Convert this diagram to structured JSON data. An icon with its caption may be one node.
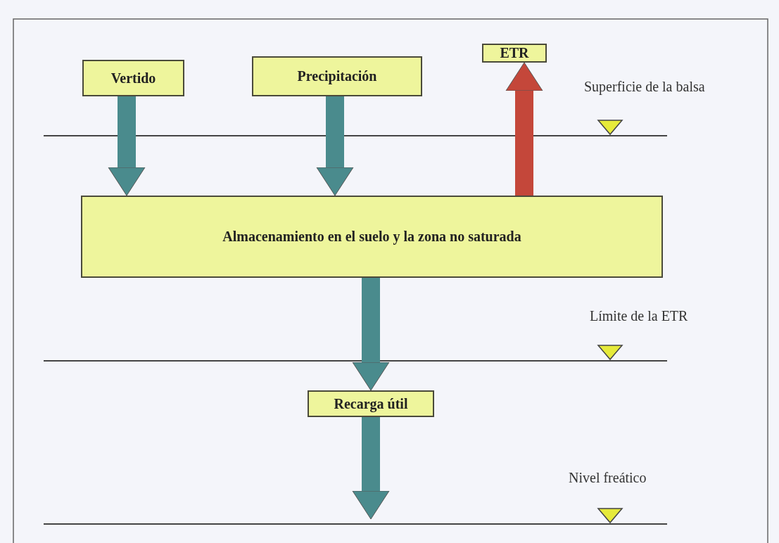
{
  "diagram": {
    "nodes": [
      {
        "text": [
          "Vertido"
        ]
      },
      {
        "text": [
          "Precipitación"
        ]
      },
      {
        "text": [
          "ETR"
        ]
      },
      {
        "text": [
          "Almacenamiento en el suelo y la zona no saturada"
        ]
      },
      {
        "text": [
          "Recarga útil"
        ]
      }
    ],
    "edges": [
      {
        "from": 0,
        "to": 3,
        "arrow": "to"
      },
      {
        "from": 1,
        "to": 3,
        "arrow": "to"
      },
      {
        "from": 3,
        "to": 2,
        "arrow": "to",
        "color": "#c4473a"
      },
      {
        "from": 3,
        "to": 4,
        "arrow": "to"
      },
      {
        "from": 4,
        "to": null,
        "arrow": "to"
      }
    ],
    "labels": [
      "Superficie de la balsa",
      "Límite de la ETR",
      "Nivel freático"
    ]
  }
}
